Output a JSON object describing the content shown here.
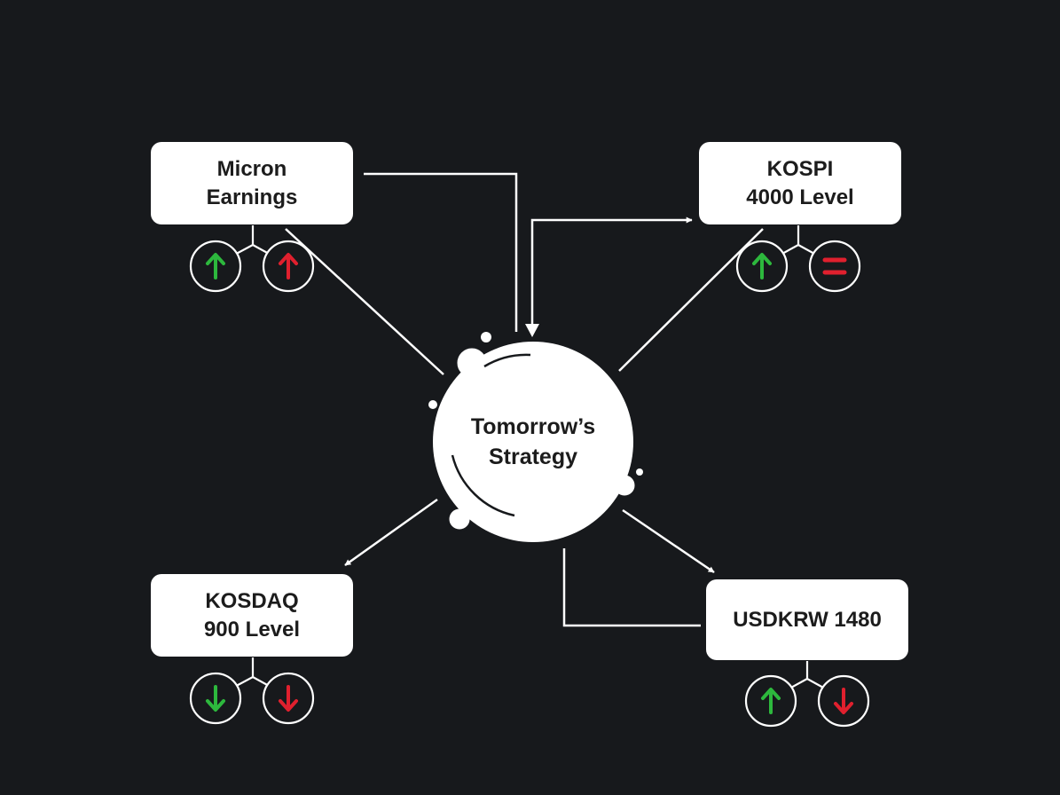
{
  "hub": {
    "line1": "Tomorrow’s",
    "line2": "Strategy"
  },
  "nodes": {
    "micron": {
      "line1": "Micron",
      "line2": "Earnings",
      "indicators": [
        "up",
        "up"
      ]
    },
    "kospi": {
      "line1": "KOSPI",
      "line2": "4000 Level",
      "indicators": [
        "up",
        "equal"
      ]
    },
    "kosdaq": {
      "line1": "KOSDAQ",
      "line2": "900 Level",
      "indicators": [
        "down",
        "down"
      ]
    },
    "usdkrw": {
      "line1": "USDKRW 1480",
      "indicators": [
        "up",
        "down"
      ]
    }
  },
  "colors": {
    "background": "#17191c",
    "box": "#ffffff",
    "connector": "#ffffff",
    "positive": "#2db83d",
    "negative": "#e0202e"
  },
  "icons": [
    "arrow-up-icon",
    "arrow-down-icon",
    "equal-icon"
  ]
}
